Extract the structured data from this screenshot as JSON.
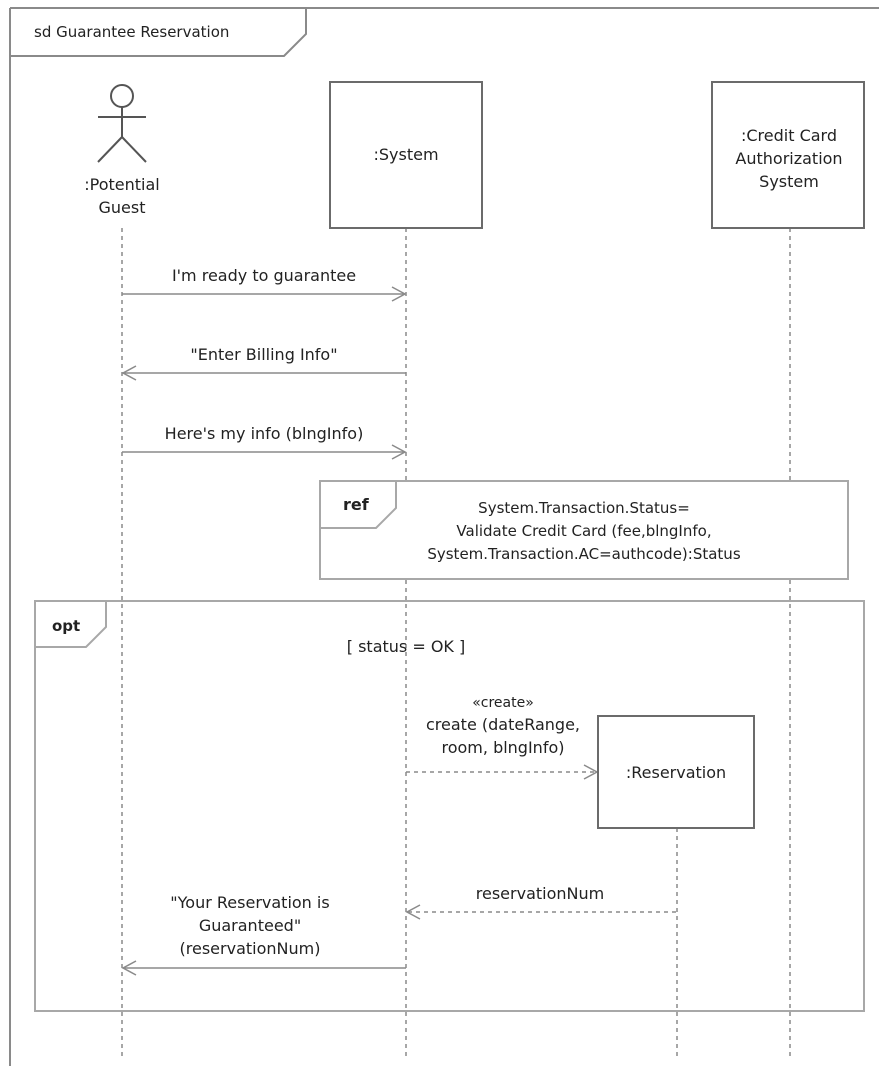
{
  "frame": {
    "label": "sd Guarantee Reservation"
  },
  "lifelines": {
    "guest": {
      "line1": ":Potential",
      "line2": "Guest"
    },
    "system": {
      "label": ":System"
    },
    "credit": {
      "line1": ":Credit Card",
      "line2": "Authorization",
      "line3": "System"
    },
    "reservation": {
      "label": ":Reservation"
    }
  },
  "messages": {
    "ready": "I'm ready to guarantee",
    "enter_billing": "\"Enter Billing Info\"",
    "heres_info": "Here's my info (blngInfo)",
    "create_stereotype": "«create»",
    "create_line1": "create (dateRange,",
    "create_line2": "room, blngInfo)",
    "reservation_num": "reservationNum",
    "guaranteed_line1": "\"Your Reservation is",
    "guaranteed_line2": "Guaranteed\"",
    "guaranteed_line3": "(reservationNum)"
  },
  "ref_fragment": {
    "keyword": "ref",
    "line1": "System.Transaction.Status=",
    "line2": "Validate Credit Card (fee,blngInfo,",
    "line3": "System.Transaction.AC=authcode):Status"
  },
  "opt_fragment": {
    "keyword": "opt",
    "guard": "[ status = OK ]"
  },
  "colors": {
    "line": "#8a8a8a",
    "box_stroke": "#6b6b6b",
    "fragment_stroke": "#a8a8a8",
    "text": "#222222"
  }
}
